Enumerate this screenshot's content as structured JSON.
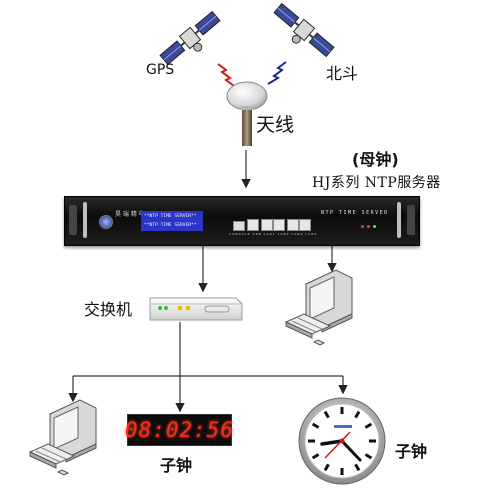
{
  "satellites": {
    "gps_label": "GPS",
    "beidou_label": "北斗"
  },
  "antenna": {
    "label": "天线"
  },
  "master_clock": {
    "title": "(母钟)",
    "series": "HJ系列 NTP服务器",
    "logo_text": "昊 瑞 精 电 子",
    "display_lines": [
      "**NTP TIME SERVER**",
      "**NTP TIME SERVER**"
    ],
    "panel_label": "NTP TIME SERVER",
    "port_labels": [
      "CONSOLE",
      "USB",
      "LAN1",
      "LAN2",
      "LAN3",
      "LAN4"
    ]
  },
  "switch": {
    "label": "交换机"
  },
  "slave_clocks": {
    "digital_time": "08:02:56",
    "digital_label": "子钟",
    "analog_label": "子钟"
  },
  "colors": {
    "signal_red": "#d01818",
    "signal_blue": "#1c2a86",
    "device_dark": "#1a1a1a",
    "lcd_blue": "#2d35c8",
    "led_red": "#ff2a1a"
  }
}
